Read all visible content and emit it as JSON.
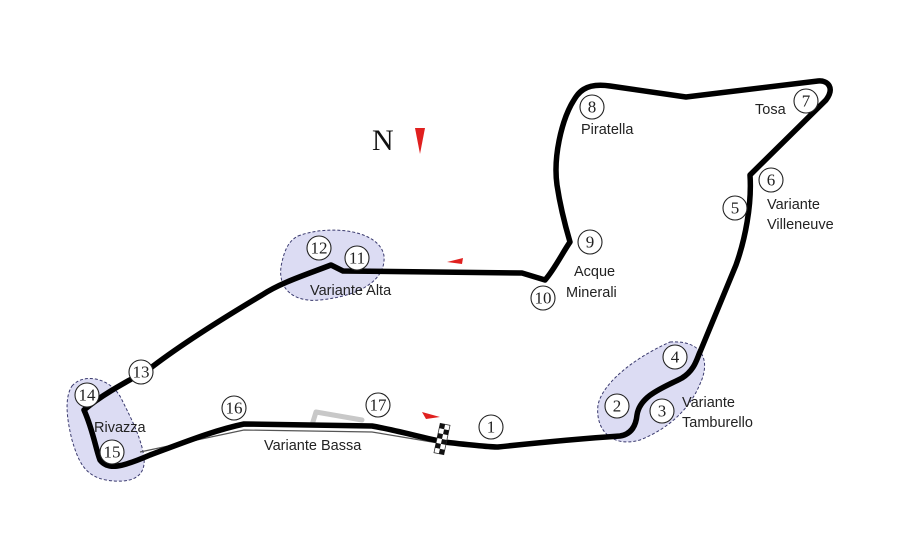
{
  "map": {
    "compass_letter": "N",
    "track_color": "#000000",
    "old_layout_color": "#c8c8c8",
    "zone_color": "#dcdcf3",
    "arrow_color": "#e0201f",
    "turns": [
      "1",
      "2",
      "3",
      "4",
      "5",
      "6",
      "7",
      "8",
      "9",
      "10",
      "11",
      "12",
      "13",
      "14",
      "15",
      "16",
      "17"
    ],
    "corners": {
      "tamburello": {
        "line1": "Variante",
        "line2": "Tamburello"
      },
      "villeneuve": {
        "line1": "Variante",
        "line2": "Villeneuve"
      },
      "tosa": "Tosa",
      "piratella": "Piratella",
      "acque_minerali": {
        "line1": "Acque",
        "line2": "Minerali"
      },
      "variante_alta": "Variante Alta",
      "rivazza": "Rivazza",
      "variante_bassa": "Variante Bassa"
    }
  }
}
